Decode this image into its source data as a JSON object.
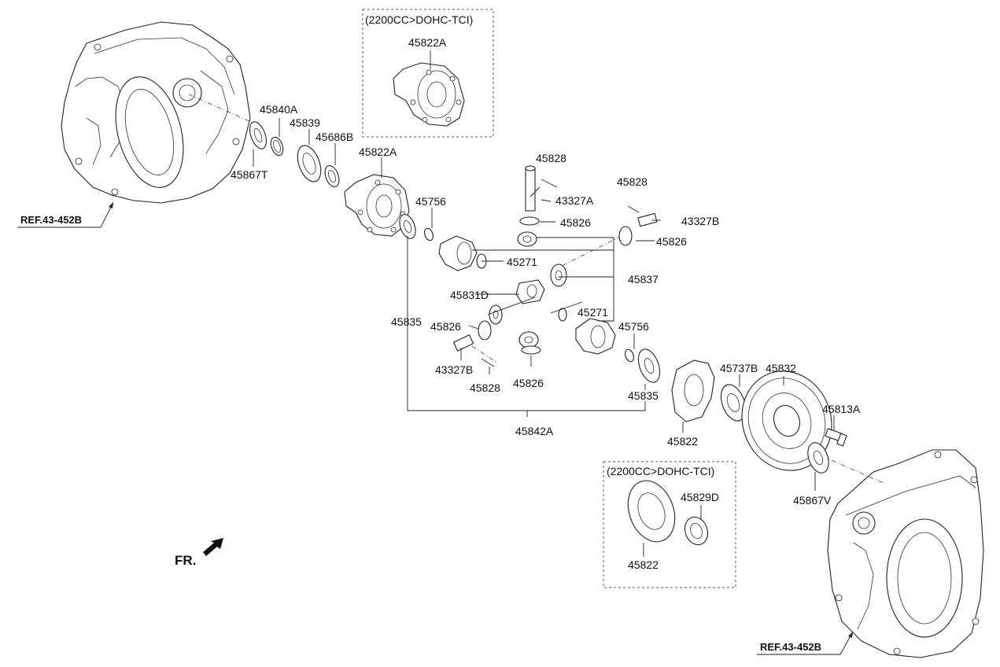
{
  "option_boxes": {
    "top_title": "(2200CC>DOHC-TCI)",
    "bottom_title": "(2200CC>DOHC-TCI)"
  },
  "refs": {
    "left": "REF.43-452B",
    "right": "REF.43-452B"
  },
  "fr_label": "FR.",
  "labels": {
    "p45822A_box": "45822A",
    "p45840A": "45840A",
    "p45839": "45839",
    "p45686B": "45686B",
    "p45822A_main": "45822A",
    "p45867T": "45867T",
    "p45756_a": "45756",
    "p45828_a": "45828",
    "p43327A": "43327A",
    "p45826_a": "45826",
    "p45828_b": "45828",
    "p43327B_a": "43327B",
    "p45826_b": "45826",
    "p45271_a": "45271",
    "p45837": "45837",
    "p45831D": "45831D",
    "p45835_a": "45835",
    "p45826_c": "45826",
    "p45271_b": "45271",
    "p45756_b": "45756",
    "p43327B_b": "43327B",
    "p45828_c": "45828",
    "p45826_d": "45826",
    "p45835_b": "45835",
    "p45842A": "45842A",
    "p45737B": "45737B",
    "p45832": "45832",
    "p45822_a": "45822",
    "p45813A": "45813A",
    "p45867V": "45867V",
    "p45829D": "45829D",
    "p45822_b": "45822"
  }
}
